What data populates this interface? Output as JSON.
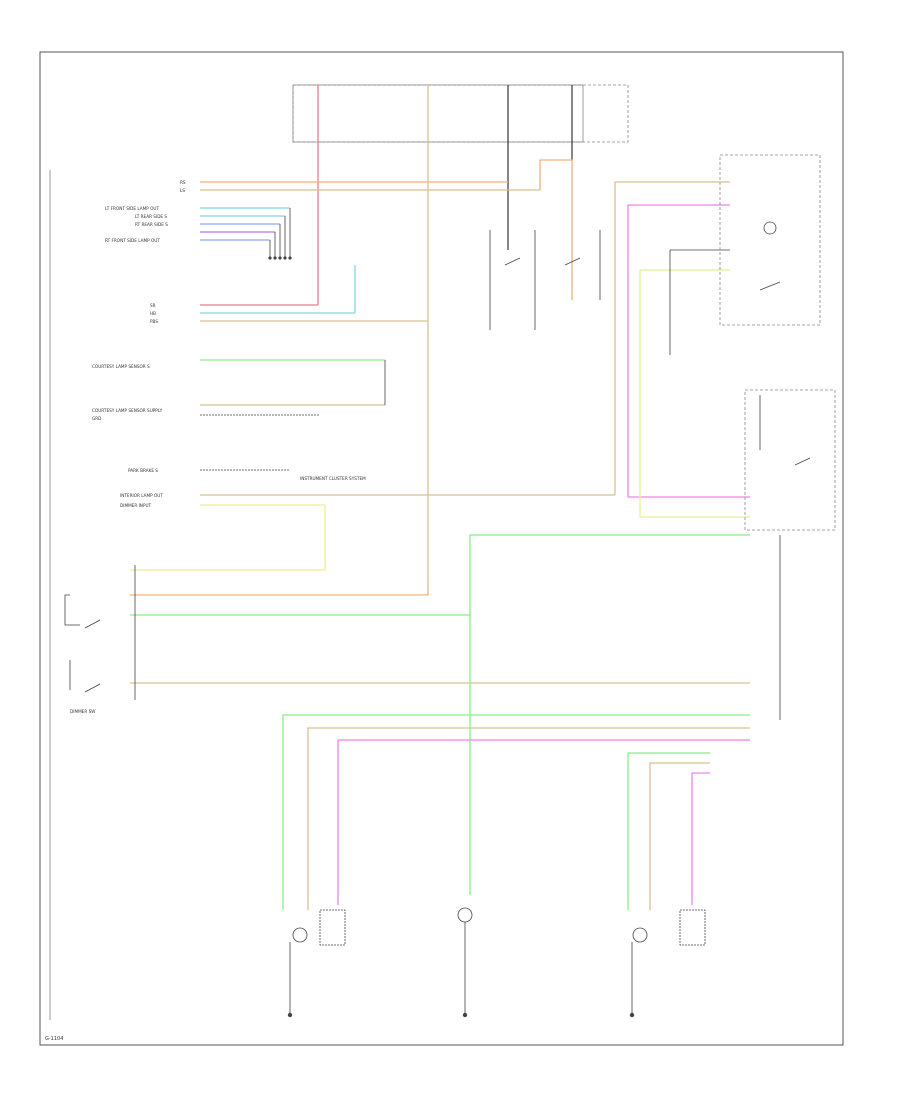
{
  "colors": {
    "orange": "#f5b07a",
    "pink": "#f07a8c",
    "cyan": "#7fd8e0",
    "blue": "#8aa8f0",
    "violet": "#b07ae0",
    "green": "#8aee8a",
    "tan": "#d8c090",
    "yellow": "#eeee90",
    "magenta": "#f080f0",
    "dark": "#444444"
  },
  "wire_labels": {
    "rs": "RS",
    "ls": "LS",
    "ltfl": "LT FRONT SIDE LAMP OUT",
    "lrs": "LT REAR SIDE S",
    "rtrs": "RT REAR SIDE S",
    "rtfl": "RT FRONT SIDE LAMP OUT",
    "sr": "SR",
    "hb": "HB",
    "pbs": "PBS",
    "crs": "COURTESY LAMP SENSOR S",
    "crsu": "COURTESY LAMP SENSOR SUPPLY",
    "grd": "GRD",
    "dig": "DIMMER INPUT",
    "prs": "PARK BRAKE S",
    "ilo": "INTERIOR LAMP OUT",
    "dimsw": "DIMMER SW",
    "ilc": "INSTRUMENT CLUSTER SYSTEM"
  },
  "reference_code": "G-1104"
}
